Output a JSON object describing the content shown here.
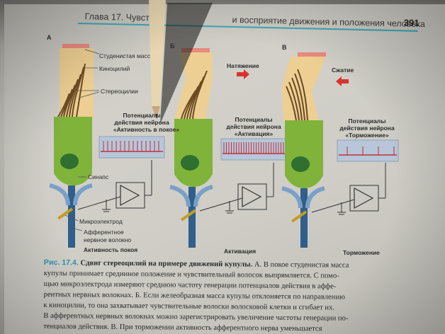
{
  "header": {
    "title": "Глава 17. Чувств",
    "title_tail": "и восприятие движения и положения человека",
    "page_number": "391"
  },
  "panels": [
    {
      "letter": "А",
      "bottom_label": "Активность покоя",
      "scope_title": [
        "Потенциалы",
        "действия нейрона",
        "«Активность в покое»"
      ]
    },
    {
      "letter": "Б",
      "bottom_label": "Активация",
      "scope_title": [
        "Потенциалы",
        "действия нейрона",
        "«Активация»"
      ],
      "force_label": "Натяжение"
    },
    {
      "letter": "В",
      "bottom_label": "Торможение",
      "scope_title": [
        "Потенциалы",
        "действия нейрона",
        "«Торможение»"
      ],
      "force_label": "Сжатие"
    }
  ],
  "callouts": {
    "cupula": "Студенистая масс",
    "kinocilium": "Киноцилий",
    "stereocilia": "Стереоцилии",
    "synapse": "Синапс",
    "microelectrode": "Микроэлектрод",
    "afferent_1": "Афферентное",
    "afferent_2": "нервное волокно"
  },
  "caption": {
    "fig_label": "Рис. 17.4.",
    "title": "Сдвиг стереоцилий на примере движений купулы.",
    "lines": [
      "А. В покое студенистая масса",
      "купулы принимает срединное положение и чувствительный волосок выпрямляется. С помо-",
      "щью микроэлектрода измеряют среднюю частоту генерации потенциалов действия в аффе-",
      "рентных нервных волокнах. Б. Если желеобразная масса купулы отклоняется по направлению",
      "к киноцилии, то она захватывает чувствительные волоски волосковой клетки и сгибает их.",
      "В афферентных нервных волокнах можно зарегистрировать увеличение частоты генерации по-",
      "тенциалов действия. В. При торможении активность афферентного нерва уменьшается"
    ]
  },
  "colors": {
    "cell_green": "#7fb33a",
    "nerve_blue": "#2f5f8a",
    "cupula": "#f2cf8a",
    "arrow_red": "#d7332f",
    "accent_teal": "#3aa9b9"
  }
}
